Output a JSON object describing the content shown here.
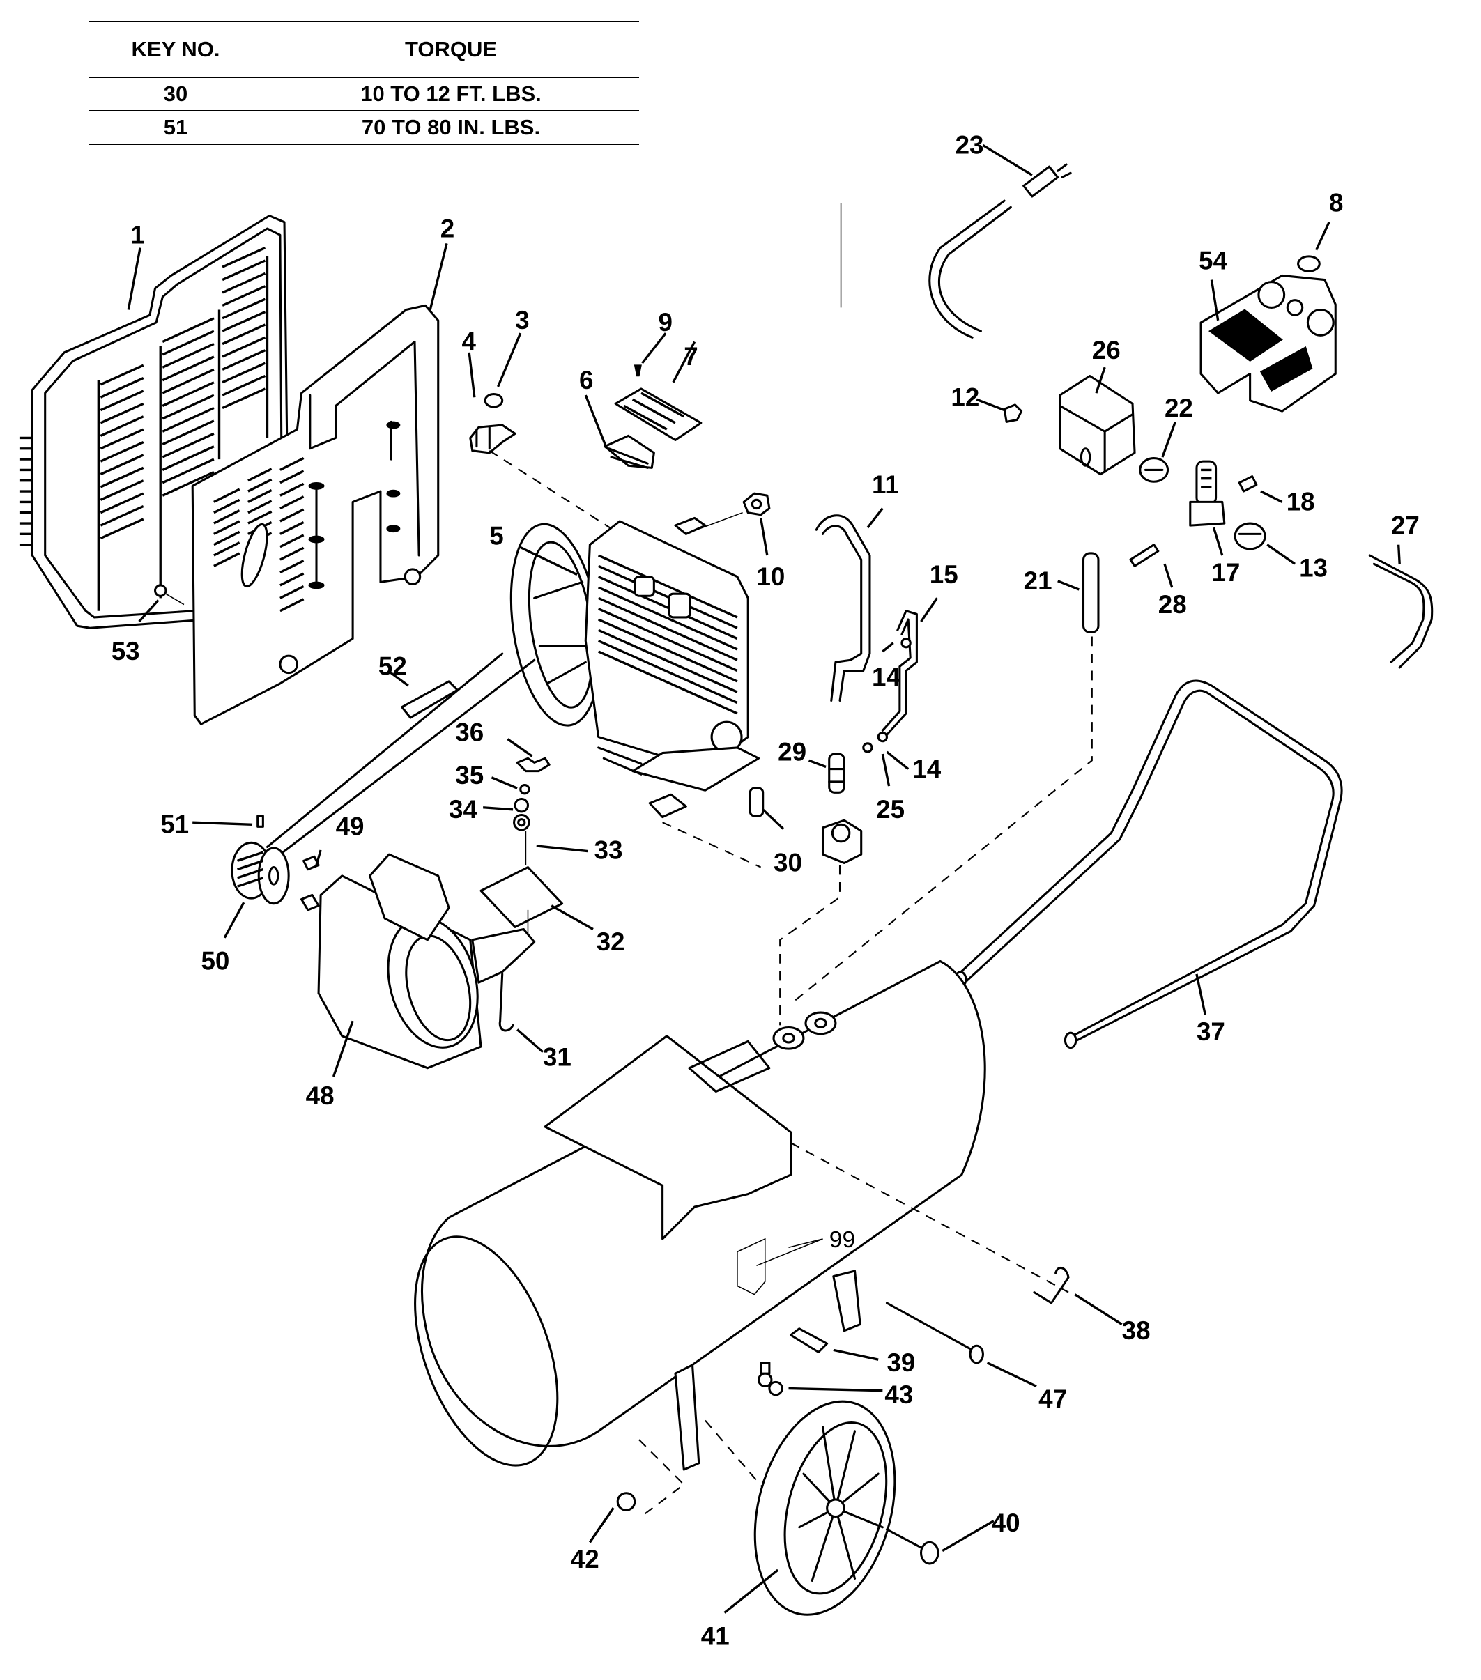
{
  "torque_table": {
    "headers": [
      "KEY NO.",
      "TORQUE"
    ],
    "rows": [
      {
        "key_no": "30",
        "torque": "10 TO 12 FT. LBS."
      },
      {
        "key_no": "51",
        "torque": "70 TO 80 IN. LBS."
      }
    ]
  },
  "parts": {
    "belt_guard_outer": "1",
    "belt_guard_inner": "2",
    "bracket_nut": "3",
    "bracket": "4",
    "pump": "5",
    "reed_valve": "6",
    "valve_plate": "7",
    "gauge_nut": "8",
    "valve_screw": "9",
    "pump_nut": "10",
    "outlet_tube": "11",
    "pressure_fitting": "12",
    "gauge_13": "13",
    "ferrule_upper": "14",
    "ferrule_lower": "14",
    "unloader_tube": "15",
    "regulator": "17",
    "fitting_18": "18",
    "tube_21": "21",
    "gauge_22": "22",
    "power_cord": "23",
    "fitting_25": "25",
    "pressure_switch": "26",
    "motor_cord": "27",
    "nipple_28": "28",
    "check_valve": "29",
    "pump_bolt": "30",
    "motor_hook": "31",
    "motor_plate": "32",
    "washer_33": "33",
    "washer_34": "34",
    "nut_35": "35",
    "wing_nut_36": "36",
    "handle": "37",
    "clip_38": "38",
    "grip_39": "39",
    "axle_bolt": "40",
    "wheel": "41",
    "nut_42": "42",
    "drain_valve": "43",
    "pin_47": "47",
    "motor": "48",
    "key_49": "49",
    "motor_pulley": "50",
    "set_screw": "51",
    "belt": "52",
    "screw_53": "53",
    "console": "54",
    "decal": "99"
  }
}
